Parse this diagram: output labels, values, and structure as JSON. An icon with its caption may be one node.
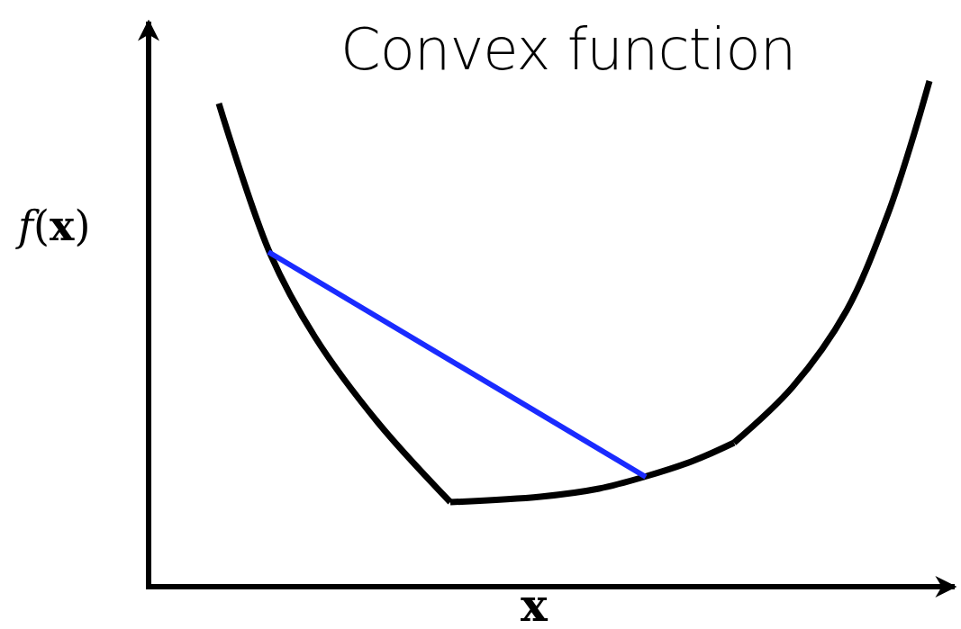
{
  "diagram": {
    "title": "Convex function",
    "labels": [
      "*f*(**x**)",
      "x"
    ]
  }
}
